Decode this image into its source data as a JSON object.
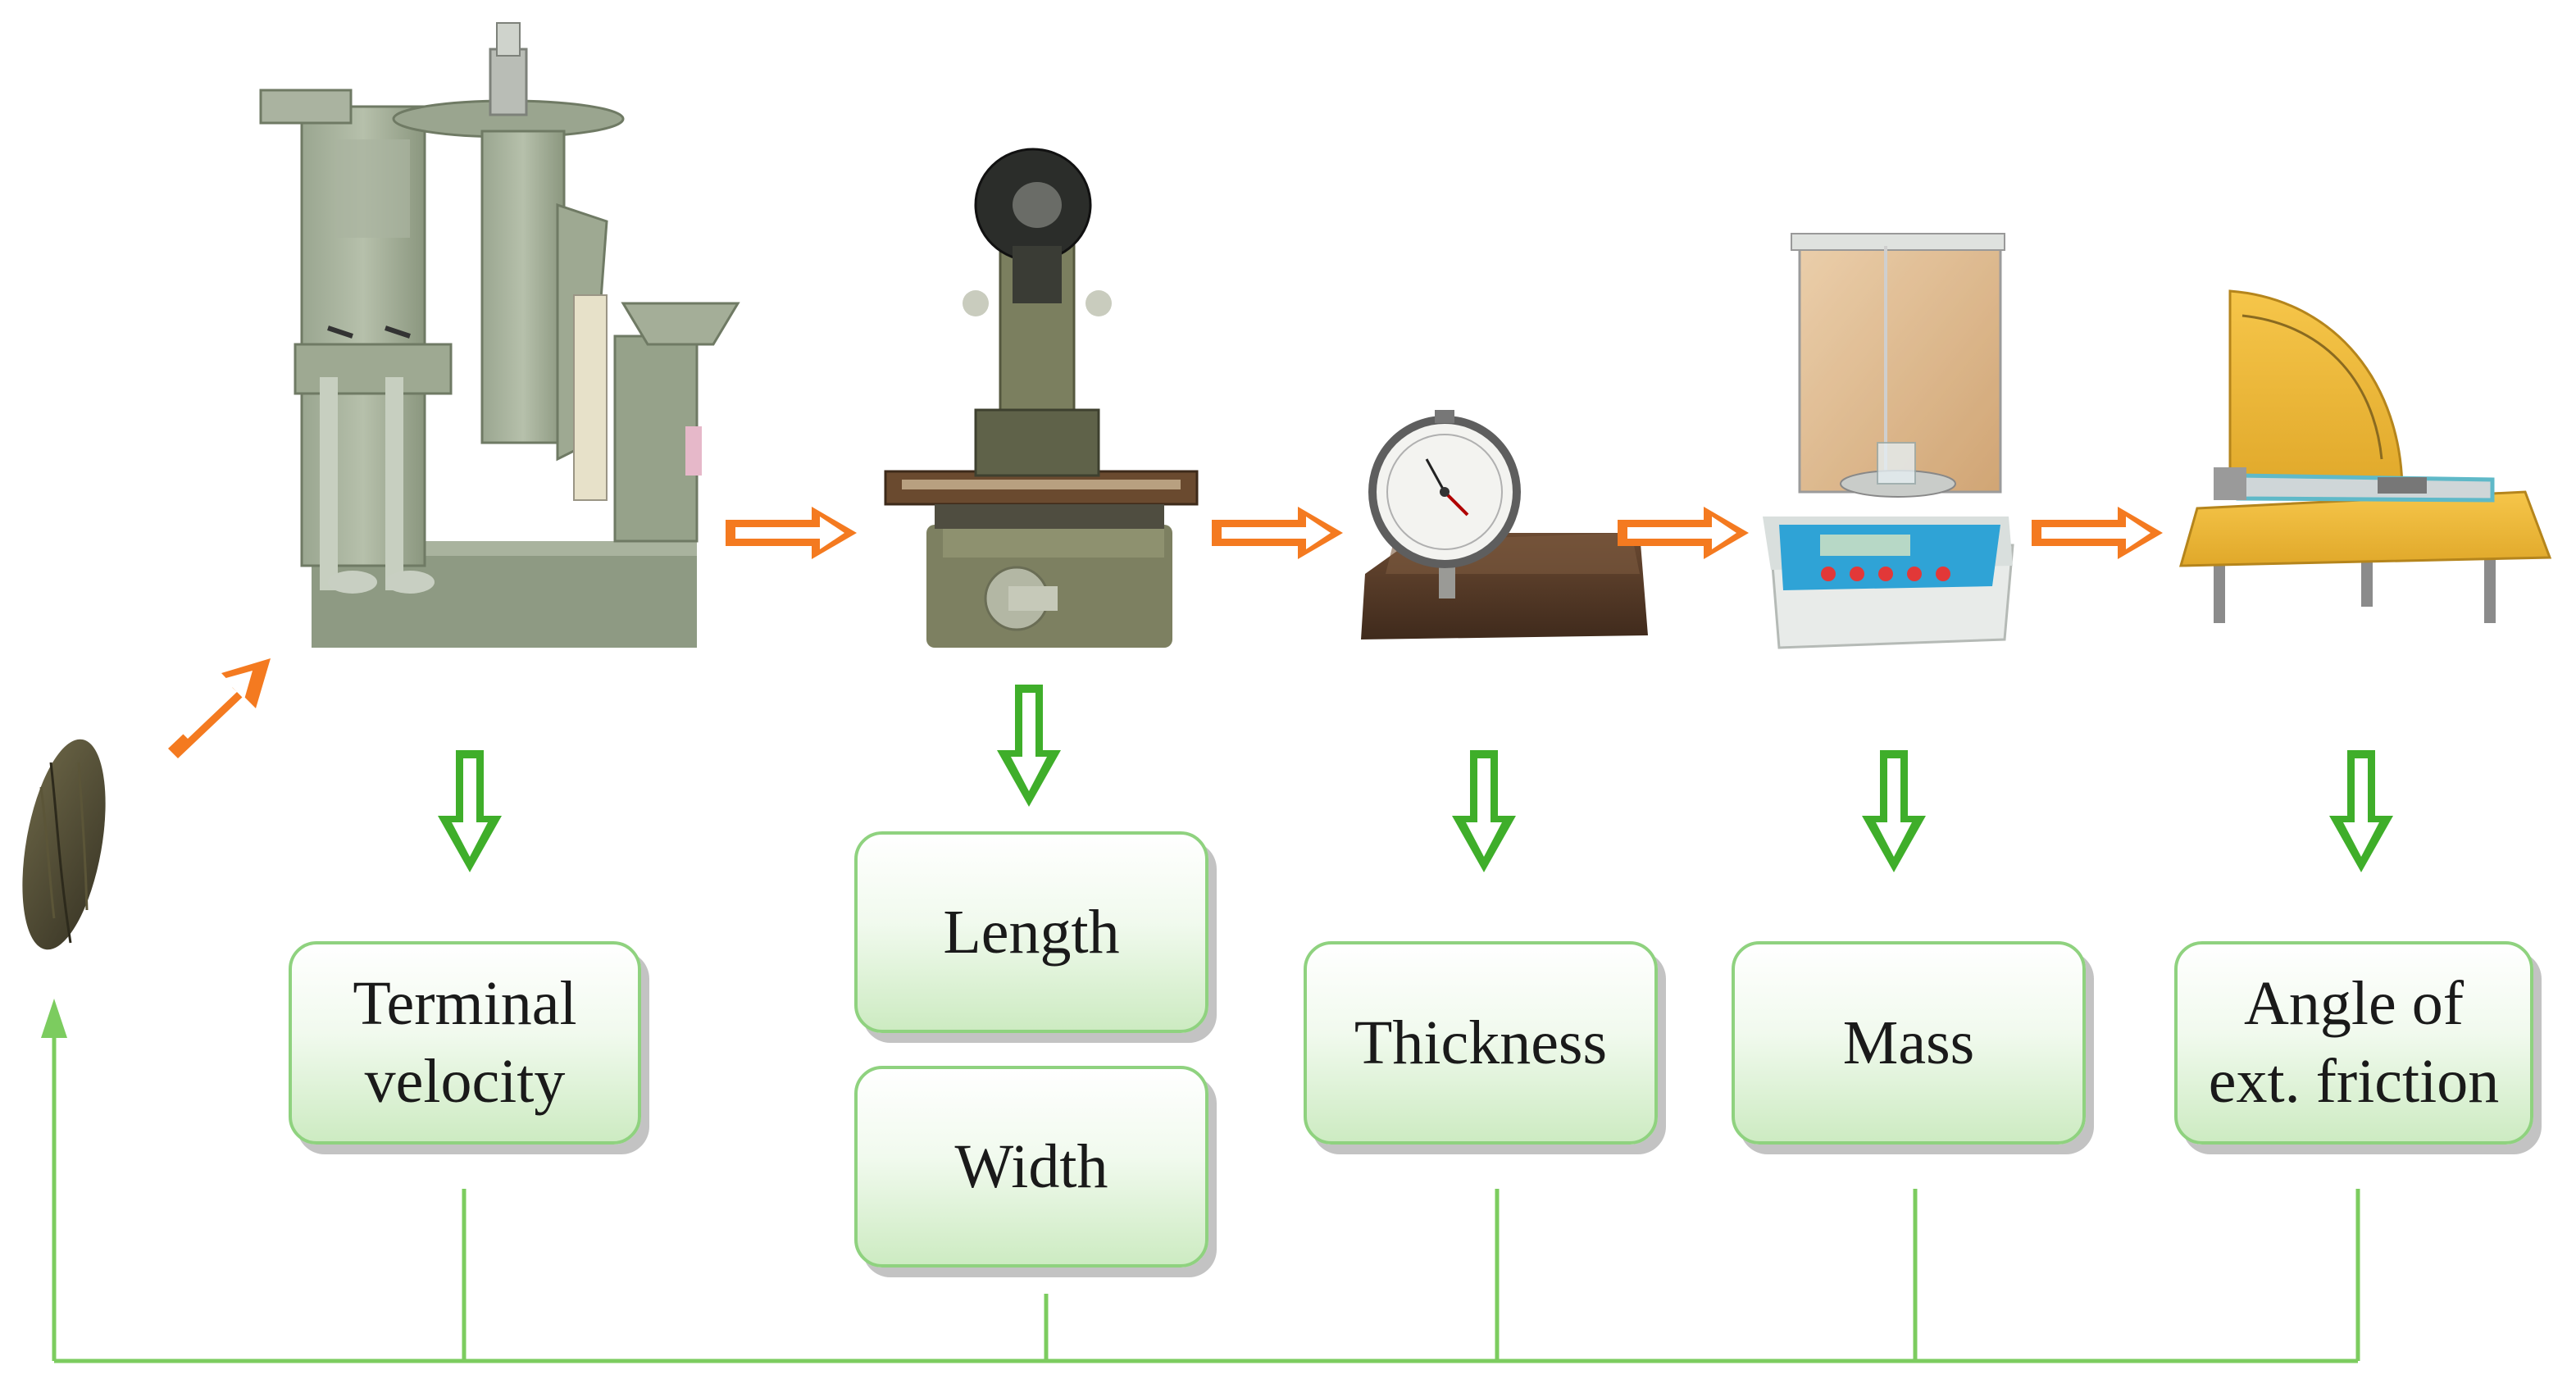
{
  "colors": {
    "flow_arrow": "#f47a20",
    "measure_arrow": "#3fae2a",
    "connector": "#7ccc5f",
    "box_border": "#8fd27f",
    "box_fill_top": "#ffffff",
    "box_fill_bottom": "#cdebc2",
    "seed": "#4e4a33"
  },
  "diagram": {
    "images": [
      {
        "id": "seed",
        "description": "seed sample",
        "icon": "seed-icon"
      },
      {
        "id": "aspirator",
        "description": "terminal velocity measuring apparatus",
        "icon": "aspirator-device-icon"
      },
      {
        "id": "microscope",
        "description": "measuring microscope",
        "icon": "microscope-icon"
      },
      {
        "id": "dial-gauge",
        "description": "dial thickness gauge",
        "icon": "dial-gauge-icon"
      },
      {
        "id": "balance",
        "description": "analytical balance",
        "icon": "balance-icon"
      },
      {
        "id": "friction-device",
        "description": "inclined plane friction tester",
        "icon": "inclined-plane-icon"
      }
    ],
    "measurements": [
      {
        "id": "terminal-velocity",
        "label": "Terminal\nvelocity"
      },
      {
        "id": "length",
        "label": "Length"
      },
      {
        "id": "width",
        "label": "Width"
      },
      {
        "id": "thickness",
        "label": "Thickness"
      },
      {
        "id": "mass",
        "label": "Mass"
      },
      {
        "id": "friction",
        "label": "Angle of\next. friction"
      }
    ]
  }
}
